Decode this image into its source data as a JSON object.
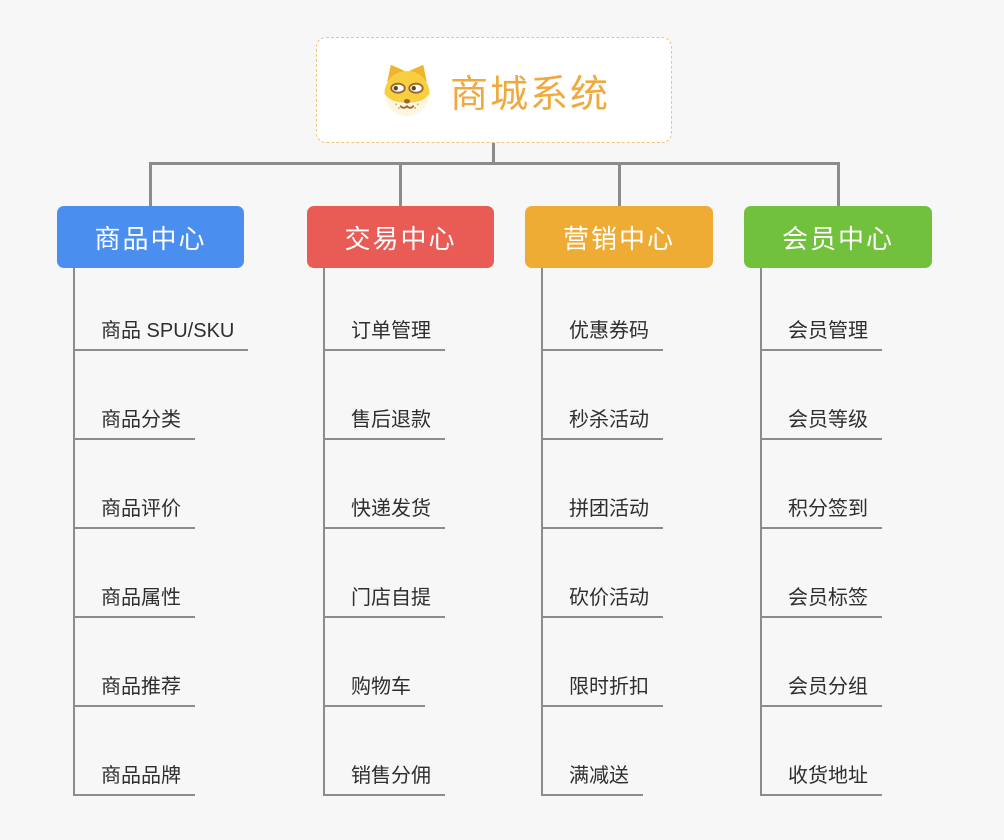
{
  "page": {
    "background_color": "#f7f7f7",
    "connector_color": "#8c8c8c"
  },
  "root": {
    "title": "商城系统",
    "icon": "doge-face-icon",
    "title_color": "#efa93c",
    "border_color": "#f0c47a"
  },
  "branches": [
    {
      "label": "商品中心",
      "color": "#4a8ff0",
      "items": [
        "商品 SPU/SKU",
        "商品分类",
        "商品评价",
        "商品属性",
        "商品推荐",
        "商品品牌"
      ]
    },
    {
      "label": "交易中心",
      "color": "#e85c55",
      "items": [
        "订单管理",
        "售后退款",
        "快递发货",
        "门店自提",
        "购物车",
        "销售分佣"
      ]
    },
    {
      "label": "营销中心",
      "color": "#eeac35",
      "items": [
        "优惠券码",
        "秒杀活动",
        "拼团活动",
        "砍价活动",
        "限时折扣",
        "满减送"
      ]
    },
    {
      "label": "会员中心",
      "color": "#72c13c",
      "items": [
        "会员管理",
        "会员等级",
        "积分签到",
        "会员标签",
        "会员分组",
        "收货地址"
      ]
    }
  ]
}
